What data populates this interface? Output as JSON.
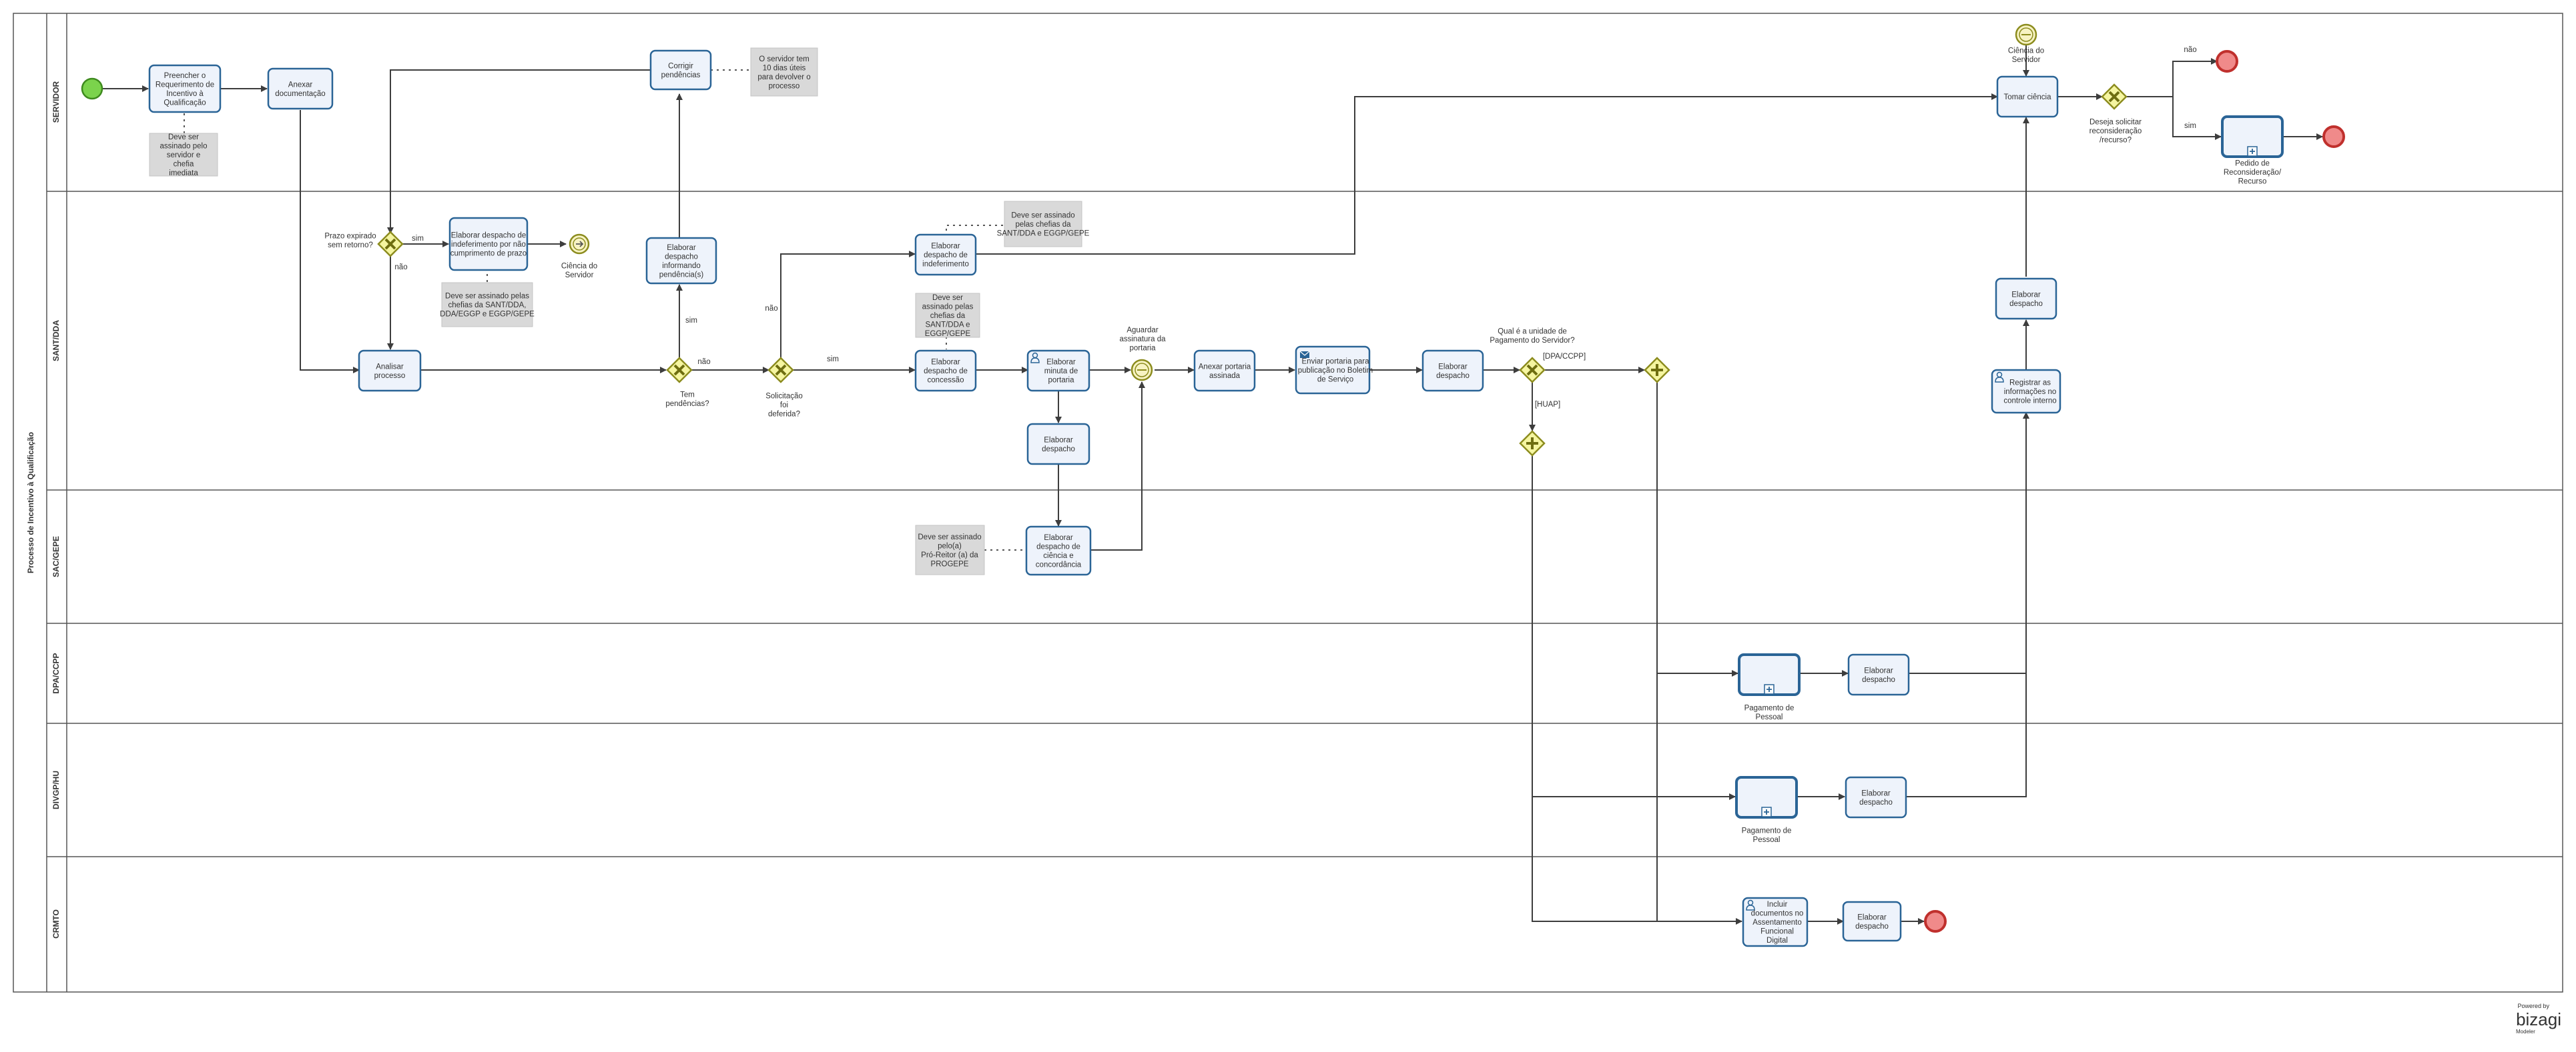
{
  "pool": {
    "title": "Processo de Incentivo à Qualificação"
  },
  "lanes": [
    "SERVIDOR",
    "SANT/DDA",
    "SAC/GEPE",
    "DPA/CCPP",
    "DIVGP/HU",
    "CRMTO"
  ],
  "tasks": {
    "preencher": "Preencher o Requerimento de Incentivo à Qualificação",
    "anexar_doc": "Anexar documentação",
    "corrigir": "Corrigir pendências",
    "tomar_ciencia": "Tomar ciência",
    "pedido_reconsid": "Pedido de Reconsideração/ Recurso",
    "elaborar_indef_prazo": "Elaborar despacho de indeferimento por não cumprimento de prazo",
    "analisar": "Analisar processo",
    "elab_pendencias": "Elaborar despacho informando pendência(s)",
    "elab_indeferimento": "Elaborar despacho de indeferimento",
    "elab_concessao": "Elaborar despacho de concessão",
    "elab_minuta": "Elaborar minuta de portaria",
    "elab_despacho_sant2": "Elaborar despacho",
    "anexar_portaria": "Anexar portaria assinada",
    "enviar_portaria": "Enviar portaria para publicação no Boletim de Serviço",
    "elab_despacho_sant3": "Elaborar despacho",
    "elab_despacho_sant_right": "Elaborar despacho",
    "registrar": "Registrar as informações no controle interno",
    "elab_ciencia": "Elaborar despacho de ciência e concordância",
    "pagamento_dpa": "Pagamento de Pessoal",
    "elab_despacho_dpa": "Elaborar despacho",
    "pagamento_hu": "Pagamento de Pessoal",
    "elab_despacho_hu": "Elaborar despacho",
    "incluir": "Incluir documentos no Assentamento Funcional Digital",
    "elab_despacho_crmto": "Elaborar despacho"
  },
  "annotations": {
    "servidor_assinado": "Deve ser assinado pelo servidor e chefia imediata",
    "prazo_10_dias": "O servidor tem 10 dias úteis para devolver o processo",
    "assinado_sant_dda_1": "Deve ser assinado pelas chefias da SANT/DDA, DDA/EGGP e EGGP/GEPE",
    "assinado_sant_dda_2": "Deve ser assinado pelas chefias da SANT/DDA e EGGP/GEPE",
    "assinado_sant_dda_3": "Deve ser assinado pelas chefias da SANT/DDA e EGGP/GEPE",
    "assinado_pro_reitor": "Deve ser assinado pelo(a) Pró-Reitor (a) da PROGEPE"
  },
  "labels": {
    "ciencia_servidor_top": "Ciência do Servidor",
    "ciencia_servidor_mid": "Ciência do Servidor",
    "prazo_expirado": "Prazo expirado sem retorno?",
    "tem_pendencias": "Tem pendências?",
    "solicitacao_deferida": "Solicitação foi deferida?",
    "aguardar_assinatura": "Aguardar assinatura da portaria",
    "qual_unidade": "Qual é a unidade de Pagamento do Servidor?",
    "deseja_solicitar": "Deseja solicitar reconsideração /recurso?",
    "sim_prazo": "sim",
    "nao_prazo": "não",
    "sim_pend": "sim",
    "nao_pend": "não",
    "sim_defer": "sim",
    "nao_defer": "não",
    "dpa_ccpp": "[DPA/CCPP]",
    "huap": "[HUAP]",
    "nao_recurso": "não",
    "sim_recurso": "sim"
  },
  "branding": {
    "powered_by": "Powered by",
    "product": "bizagi",
    "edition": "Modeler"
  },
  "colors": {
    "task_border": "#2a6496",
    "task_fill": "#eef3fb",
    "gateway": "#f5f5a0",
    "start": "#7bd34c",
    "end": "#f08a8a"
  }
}
